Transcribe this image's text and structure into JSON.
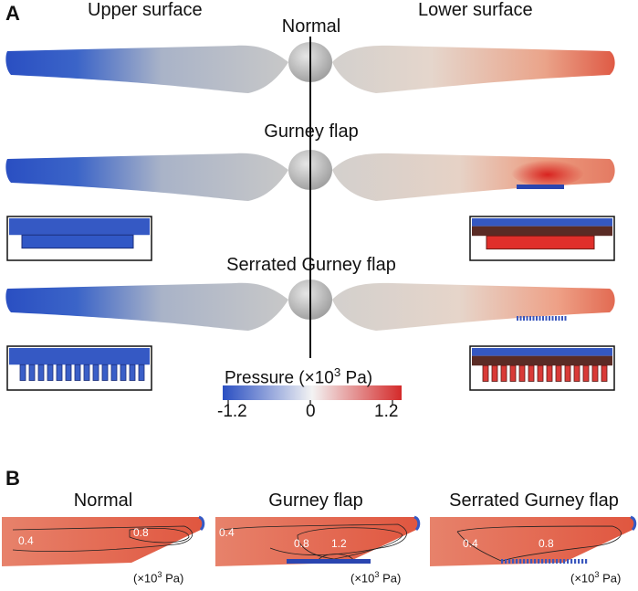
{
  "panelA": {
    "letter": "A",
    "upper_surface": "Upper surface",
    "lower_surface": "Lower surface",
    "rows": [
      {
        "label": "Normal"
      },
      {
        "label": "Gurney flap"
      },
      {
        "label": "Serrated Gurney flap"
      }
    ],
    "colorbar": {
      "title": "Pressure (×10³ Pa)",
      "title_main": "Pressure (",
      "title_times": "×10",
      "title_exp": "3",
      "title_end": " Pa)",
      "min_label": "-1.2",
      "mid_label": "0",
      "max_label": "1.2",
      "min": -1.2,
      "max": 1.2,
      "colors": [
        "#2a4fc2",
        "#f3f3f3",
        "#d42a2a"
      ]
    }
  },
  "panelB": {
    "letter": "B",
    "panels": [
      {
        "title": "Normal",
        "contours": [
          "0.4",
          "0.8"
        ],
        "unit_pre": "(×10",
        "unit_exp": "3",
        "unit_post": " Pa)"
      },
      {
        "title": "Gurney flap",
        "contours": [
          "0.4",
          "0.8",
          "1.2"
        ],
        "unit_pre": "(×10",
        "unit_exp": "3",
        "unit_post": " Pa)"
      },
      {
        "title": "Serrated Gurney flap",
        "contours": [
          "0.4",
          "0.8"
        ],
        "unit_pre": "(×10",
        "unit_exp": "3",
        "unit_post": " Pa)"
      }
    ]
  },
  "colors": {
    "suction_blue": "#2a4fc2",
    "neutral_gray": "#c9c9c9",
    "pressure_red": "#d42a2a"
  }
}
